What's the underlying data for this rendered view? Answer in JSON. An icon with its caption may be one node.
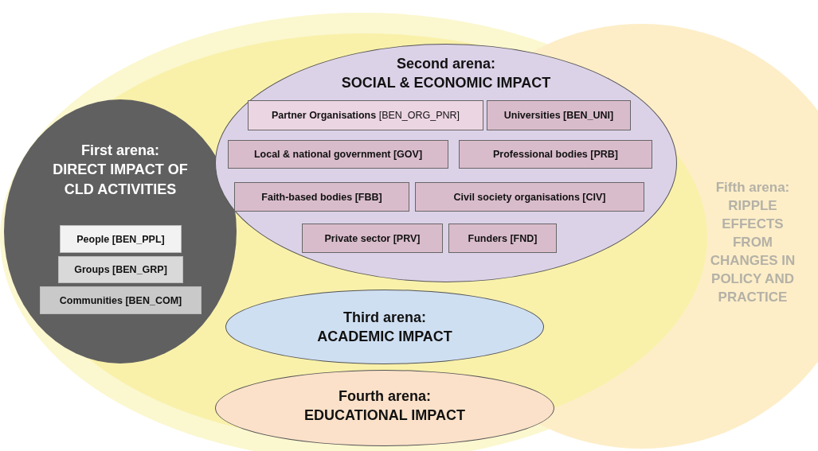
{
  "diagram": {
    "nodes": [
      {
        "text": [
          "First arena:",
          "DIRECT IMPACT OF CLD ACTIVITIES"
        ]
      },
      {
        "text": [
          "People [BEN_PPL]"
        ],
        "in": 0
      },
      {
        "text": [
          "Groups [BEN_GRP]"
        ],
        "in": 0
      },
      {
        "text": [
          "Communities [BEN_COM]"
        ],
        "in": 0
      },
      {
        "text": [
          "Second arena:",
          "SOCIAL & ECONOMIC IMPACT"
        ]
      },
      {
        "text": [
          "**Partner Organisations** [BEN_ORG_PNR]"
        ],
        "in": 4
      },
      {
        "text": [
          "Universities [BEN_UNI]"
        ],
        "in": 4
      },
      {
        "text": [
          "Local & national government [GOV]"
        ],
        "in": 4
      },
      {
        "text": [
          "Professional bodies [PRB]"
        ],
        "in": 4
      },
      {
        "text": [
          "Faith-based bodies [FBB]"
        ],
        "in": 4
      },
      {
        "text": [
          "Civil society organisations [CIV]"
        ],
        "in": 4
      },
      {
        "text": [
          "Private sector [PRV]"
        ],
        "in": 4
      },
      {
        "text": [
          "Funders [FND]"
        ],
        "in": 4
      },
      {
        "text": [
          "Third arena:",
          "ACADEMIC IMPACT"
        ]
      },
      {
        "text": [
          "Fourth arena:",
          "EDUCATIONAL IMPACT"
        ]
      },
      {
        "text": [
          "Fifth arena:",
          "RIPPLE EFFECTS FROM CHANGES IN POLICY AND PRACTICE"
        ]
      }
    ]
  }
}
